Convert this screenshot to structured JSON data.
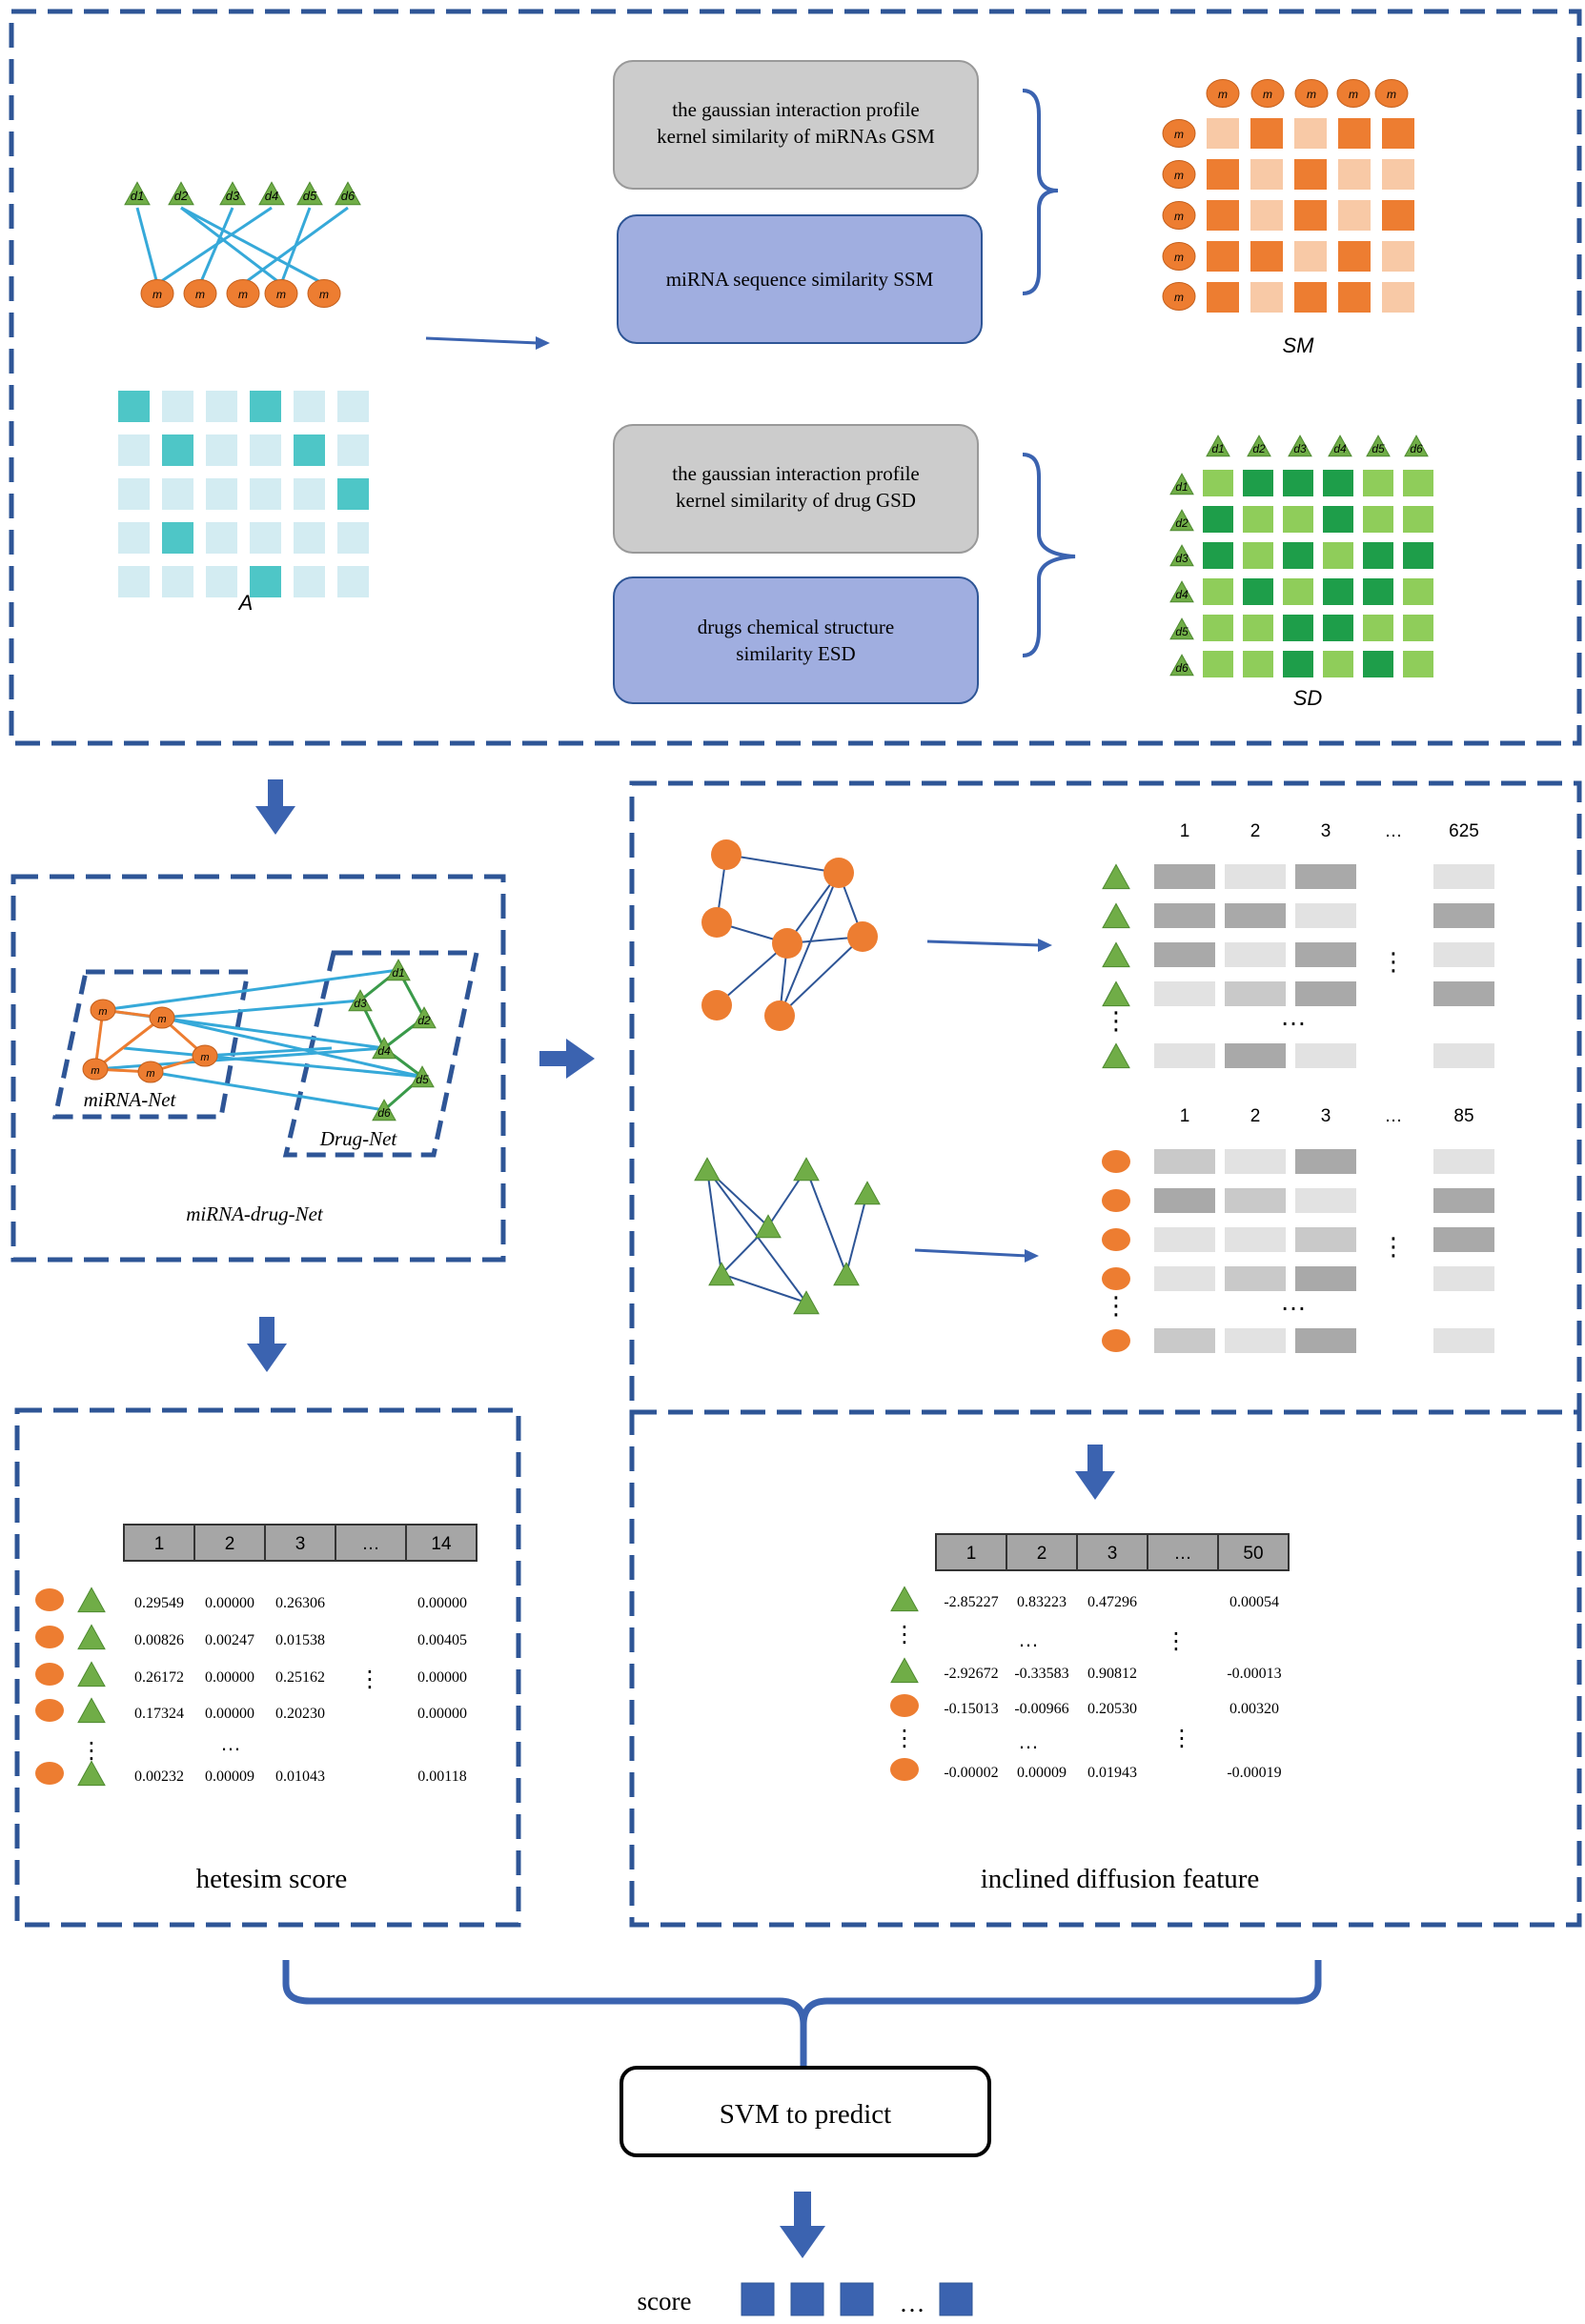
{
  "colors": {
    "border": "#2e5596",
    "orange": "#ed7d31",
    "green": "#70ad47",
    "teal": "#4ec6c7",
    "teal_light": "#d3ecf2",
    "blue_box": "#a0aee0",
    "gray_box": "#cccccc",
    "edge_blue": "#36a9d9",
    "edge_green": "#3a9a4a",
    "arrow": "#3b63b0"
  },
  "top": {
    "drug_labels": [
      "d1",
      "d2",
      "d3",
      "d4",
      "d5",
      "d6"
    ],
    "mirna_label": "m",
    "matrix_a_label": "A",
    "gsm_line1": "the gaussian interaction profile",
    "gsm_line2": "kernel similarity of miRNAs GSM",
    "ssm": "miRNA sequence similarity SSM",
    "gsd_line1": "the gaussian interaction profile",
    "gsd_line2": "kernel similarity of drug GSD",
    "esd_line1": "drugs chemical structure",
    "esd_line2": "similarity ESD",
    "sm_label": "SM",
    "sd_label": "SD"
  },
  "network": {
    "mirna_net": "miRNA-Net",
    "drug_net": "Drug-Net",
    "combined": "miRNA-drug-Net"
  },
  "diffusion": {
    "cols_top": [
      "1",
      "2",
      "3",
      "…",
      "625"
    ],
    "cols_bottom": [
      "1",
      "2",
      "3",
      "…",
      "85"
    ],
    "dots": "…",
    "vdots": "⋮"
  },
  "hetesim": {
    "header": [
      "1",
      "2",
      "3",
      "…",
      "14"
    ],
    "rows": [
      [
        "0.29549",
        "0.00000",
        "0.26306",
        "0.00000"
      ],
      [
        "0.00826",
        "0.00247",
        "0.01538",
        "0.00405"
      ],
      [
        "0.26172",
        "0.00000",
        "0.25162",
        "0.00000"
      ],
      [
        "0.17324",
        "0.00000",
        "0.20230",
        "0.00000"
      ],
      [
        "0.00232",
        "0.00009",
        "0.01043",
        "0.00118"
      ]
    ],
    "dots": "…",
    "vdots": "⋮",
    "caption": "hetesim score"
  },
  "inclined": {
    "header": [
      "1",
      "2",
      "3",
      "…",
      "50"
    ],
    "rows": [
      [
        "-2.85227",
        "0.83223",
        "0.47296",
        "0.00054"
      ],
      [
        "-2.92672",
        "-0.33583",
        "0.90812",
        "-0.00013"
      ],
      [
        "-0.15013",
        "-0.00966",
        "0.20530",
        "0.00320"
      ],
      [
        "-0.00002",
        "0.00009",
        "0.01943",
        "-0.00019"
      ]
    ],
    "dots": "…",
    "vdots": "⋮",
    "caption": "inclined diffusion feature"
  },
  "svm": {
    "label": "SVM to predict"
  },
  "score": {
    "label": "score",
    "dots": "…"
  }
}
